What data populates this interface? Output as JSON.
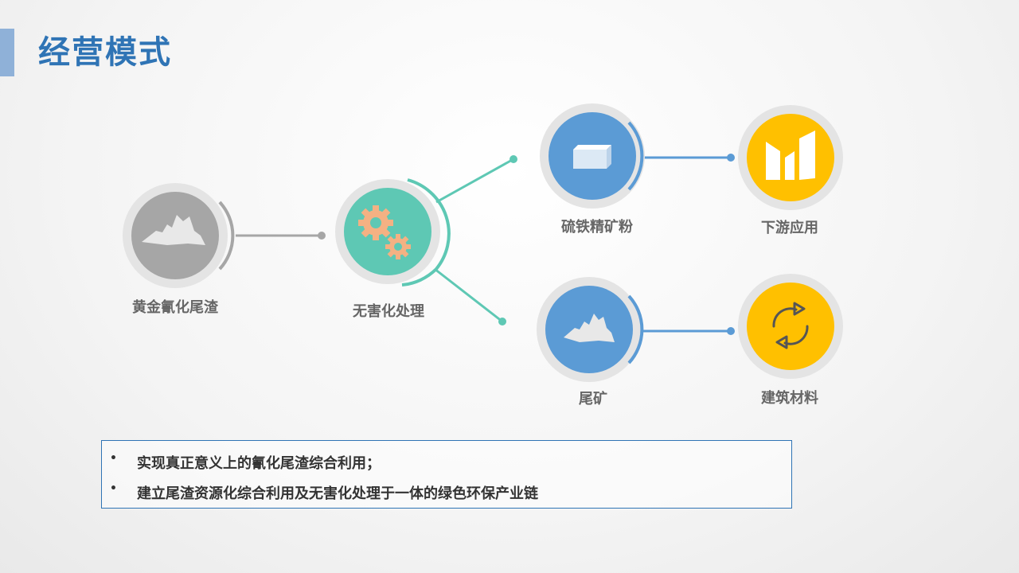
{
  "title": "经营模式",
  "colors": {
    "accent": "#2f74b5",
    "gray": "#a6a6a6",
    "teal": "#5ec8b4",
    "blue": "#5b9bd5",
    "yellow": "#ffc000",
    "gear": "#f4b183"
  },
  "nodes": {
    "source": {
      "label": "黄金氰化尾渣",
      "icon": "ore-pile-icon"
    },
    "process": {
      "label": "无害化处理",
      "icon": "gears-icon"
    },
    "pyrite": {
      "label": "硫铁精矿粉",
      "icon": "block-icon"
    },
    "downstream": {
      "label": "下游应用",
      "icon": "bar-chart-icon"
    },
    "tailings": {
      "label": "尾矿",
      "icon": "ore-pile-icon"
    },
    "building": {
      "label": "建筑材料",
      "icon": "recycle-arrows-icon"
    }
  },
  "notes": [
    "实现真正意义上的氰化尾渣综合利用；",
    "建立尾渣资源化综合利用及无害化处理于一体的绿色环保产业链"
  ],
  "bullet": "•"
}
